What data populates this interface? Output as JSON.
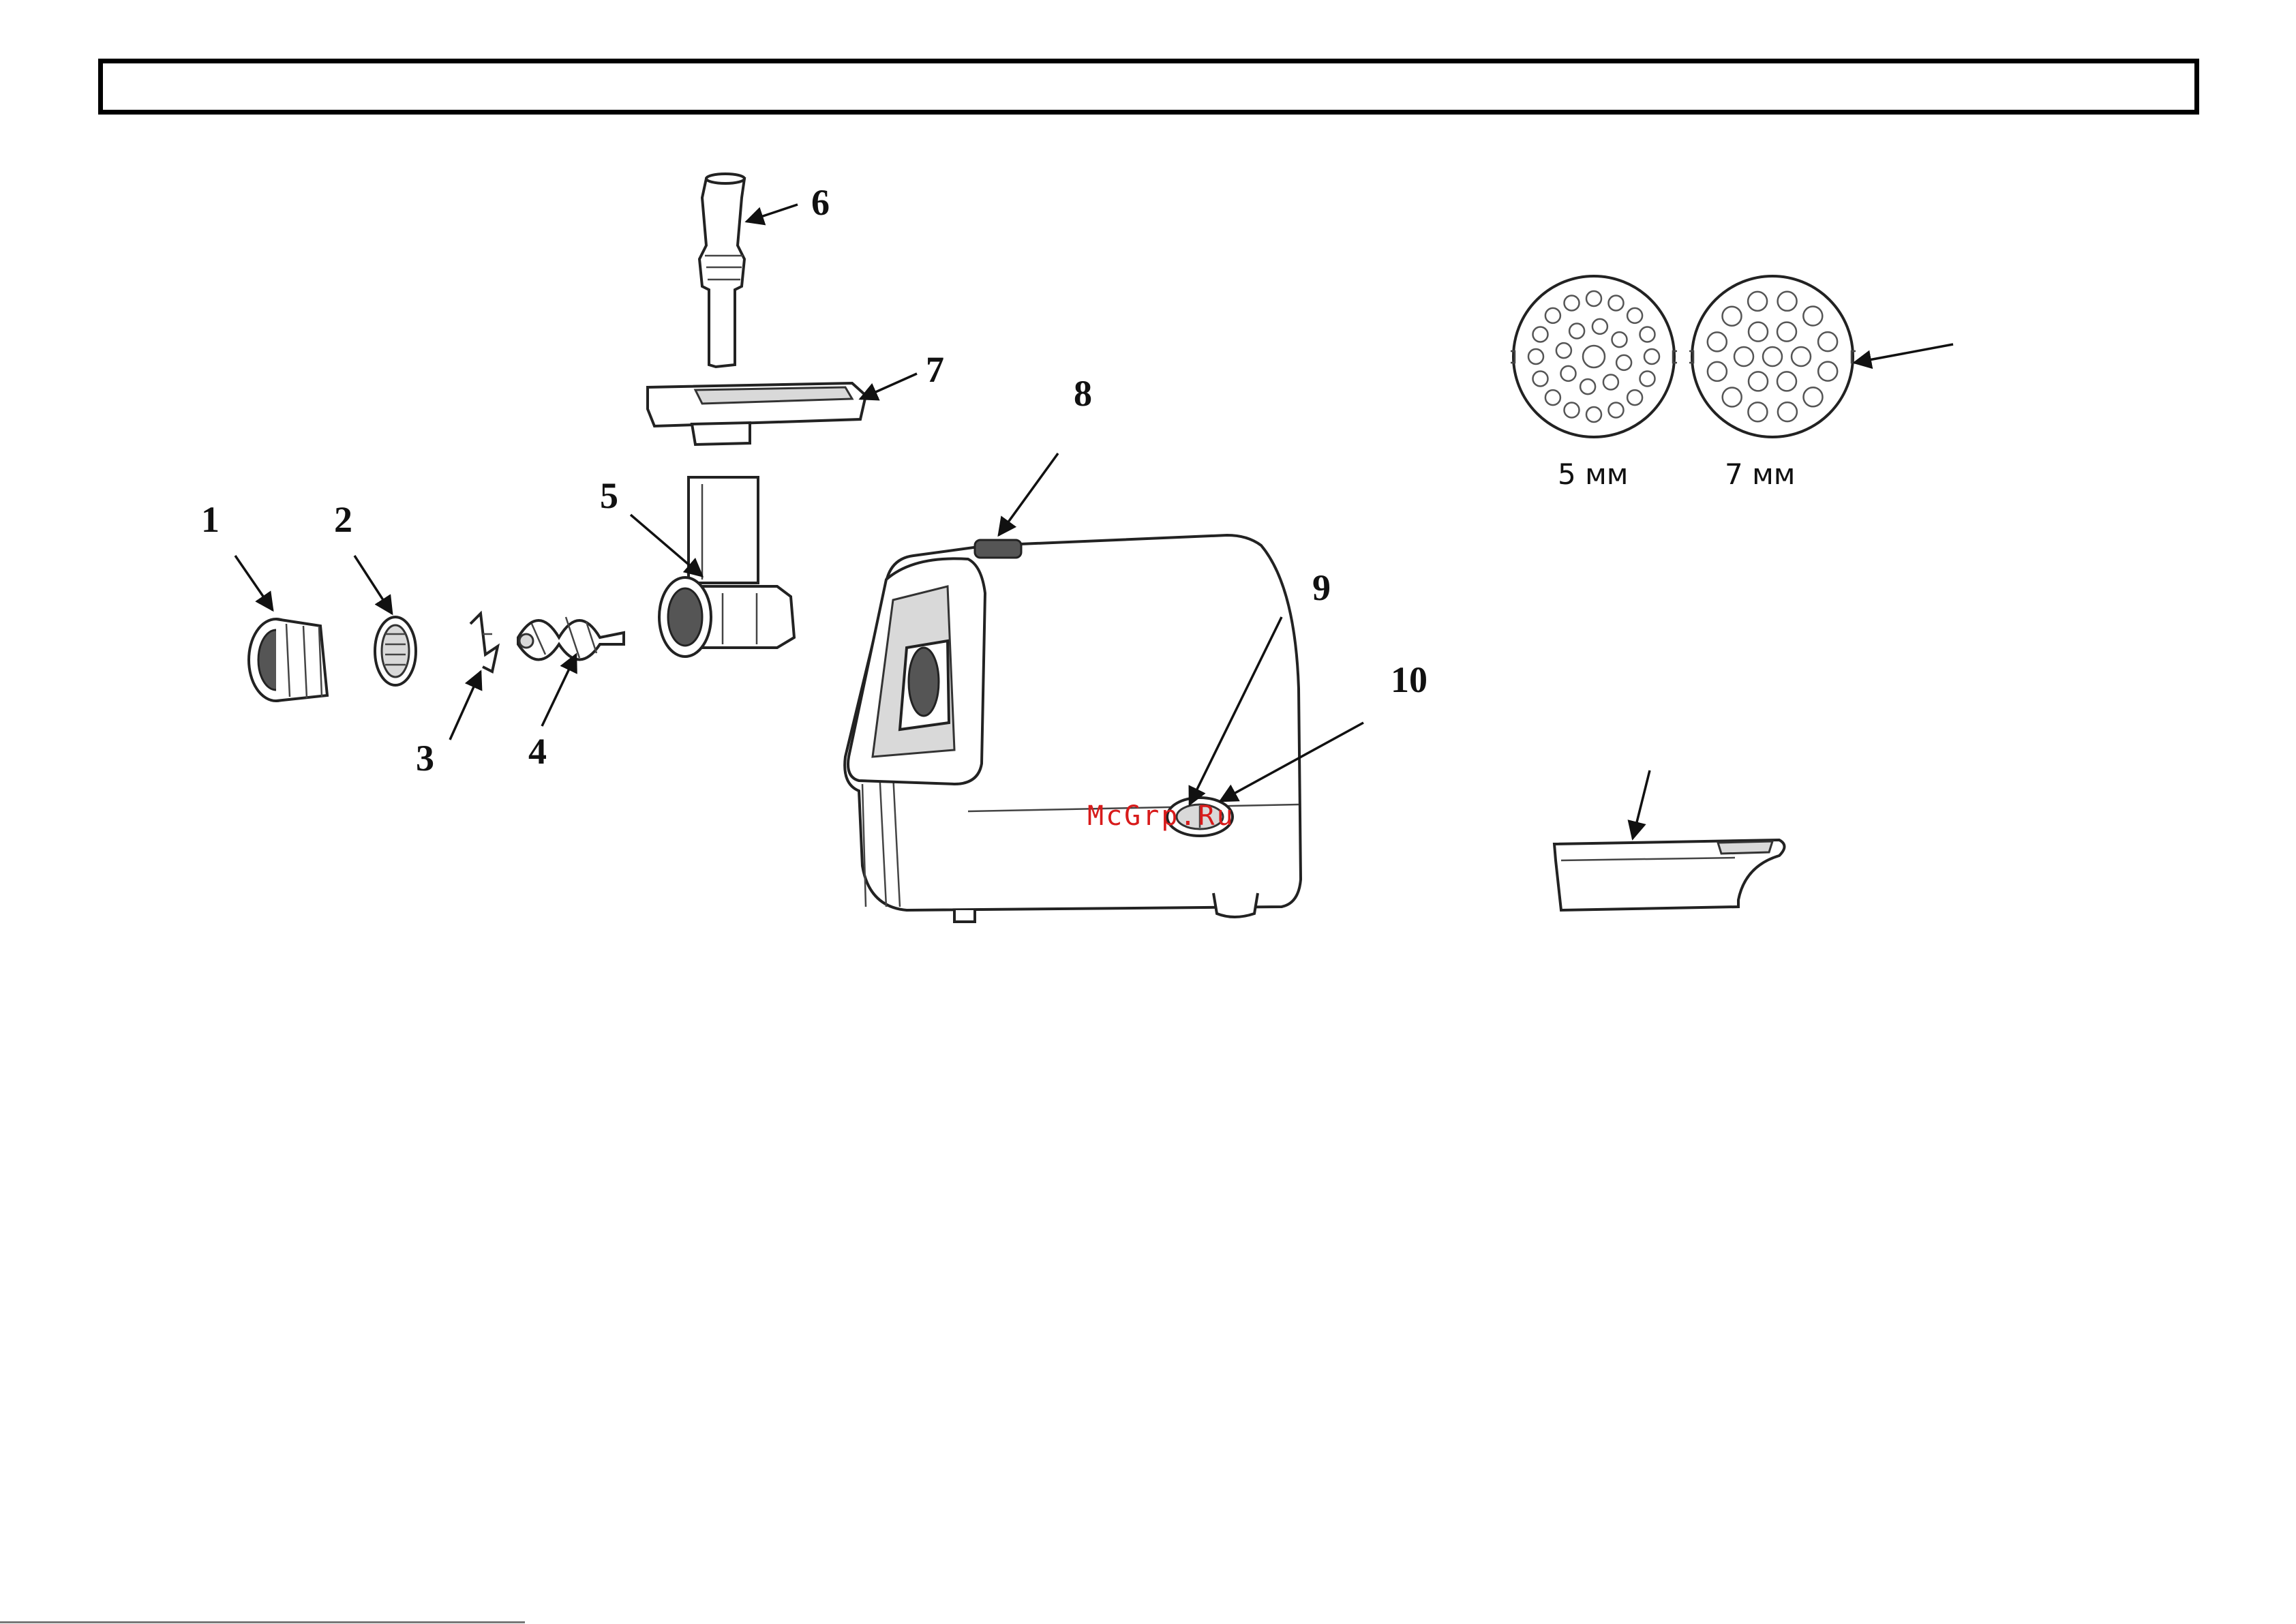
{
  "labels": {
    "l1": "1",
    "l2": "2",
    "l3": "3",
    "l4": "4",
    "l5": "5",
    "l6": "6",
    "l7": "7",
    "l8": "8",
    "l9": "9",
    "l10": "10"
  },
  "grinding_discs": {
    "disc_small_caption": "5 мм",
    "disc_large_caption": "7 мм"
  },
  "watermark": "McGrp.Ru",
  "colors": {
    "watermark": "#d81b1b",
    "line": "#111111"
  }
}
